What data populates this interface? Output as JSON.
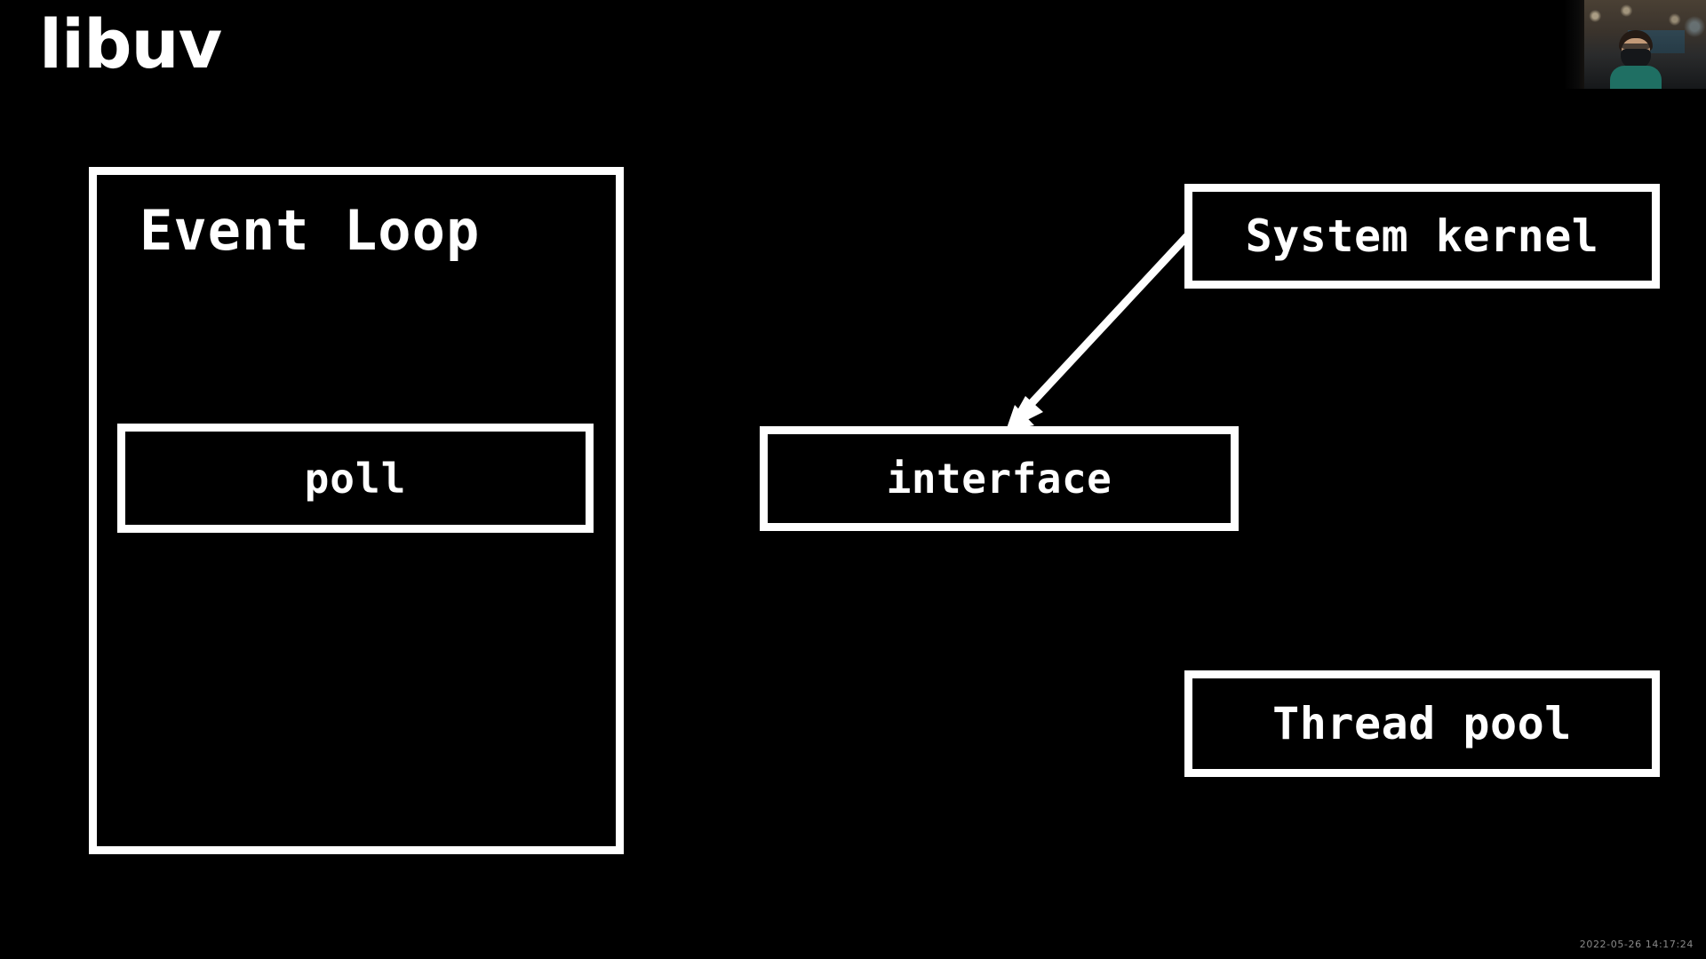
{
  "slide": {
    "title": "libuv",
    "background_color": "#000000",
    "foreground_color": "#ffffff"
  },
  "diagram": {
    "event_loop": {
      "label": "Event Loop",
      "children": {
        "poll": {
          "label": "poll"
        }
      }
    },
    "system_kernel": {
      "label": "System kernel"
    },
    "interface": {
      "label": "interface"
    },
    "thread_pool": {
      "label": "Thread pool"
    },
    "arrows": [
      {
        "name": "system-kernel-to-interface",
        "from": "System kernel",
        "to": "interface",
        "style": "solid-filled-arrowhead",
        "color": "#ffffff"
      }
    ]
  },
  "webcam": {
    "caption": ""
  },
  "recording": {
    "timestamp": "2022-05-26 14:17:24"
  }
}
